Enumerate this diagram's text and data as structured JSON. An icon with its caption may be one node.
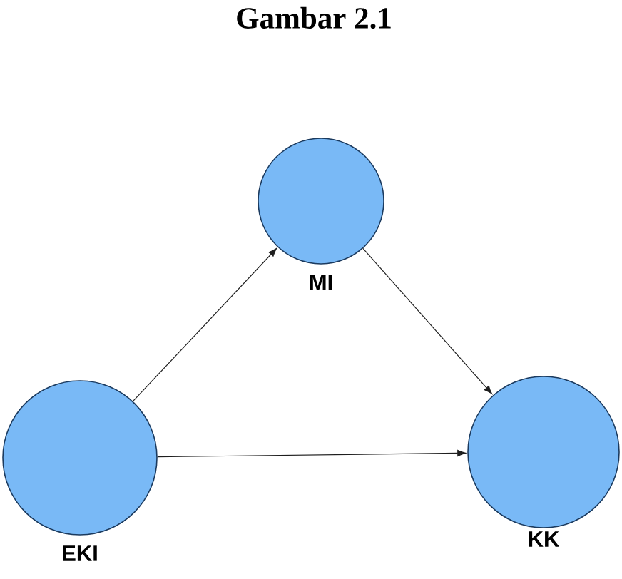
{
  "diagram": {
    "title": "Gambar 2.1",
    "nodes": [
      {
        "text": [
          "MI"
        ]
      },
      {
        "text": [
          "EKI"
        ]
      },
      {
        "text": [
          "KK"
        ]
      }
    ],
    "edges": [
      {
        "from": 1,
        "to": 0,
        "arrow": "to"
      },
      {
        "from": 0,
        "to": 2,
        "arrow": "to"
      },
      {
        "from": 1,
        "to": 2,
        "arrow": "to"
      }
    ]
  }
}
